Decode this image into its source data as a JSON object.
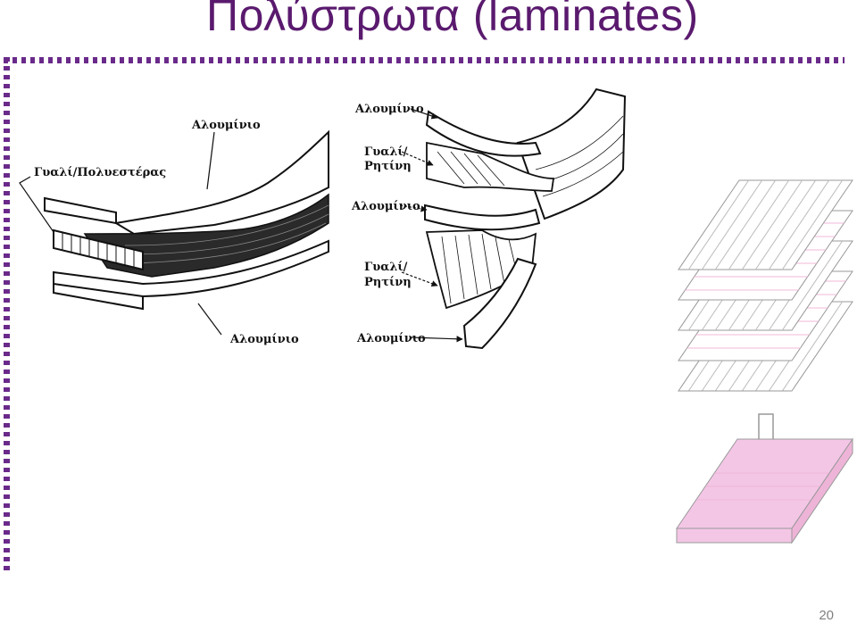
{
  "slide": {
    "title": "Πολύστρωτα (laminates)",
    "page_number": "20"
  },
  "figure_left": {
    "label_aluminum_top": "Αλουμίνιο",
    "label_glass_polyester": "Γυαλί/Πολυεστέρας",
    "label_aluminum_bottom": "Αλουμίνιο"
  },
  "figure_middle": {
    "label_aluminum_1": "Αλουμίνιο",
    "label_glass_resin_1a": "Γυαλί/",
    "label_glass_resin_1b": "Ρητίνη",
    "label_aluminum_2": "Αλουμίνιο",
    "label_glass_resin_2a": "Γυαλί/",
    "label_glass_resin_2b": "Ρητίνη",
    "label_aluminum_3": "Αλουμίνιο"
  },
  "colors": {
    "title": "#5a1a6e",
    "border": "#6a2a8a",
    "laminate_fill": "#f4c6e6"
  }
}
